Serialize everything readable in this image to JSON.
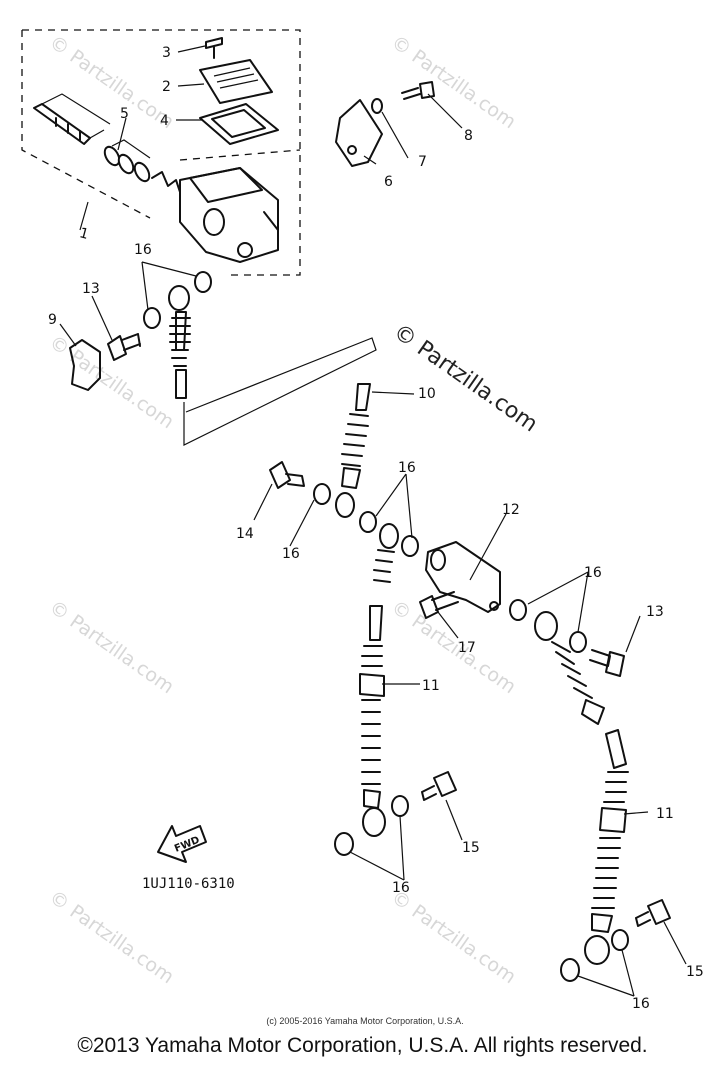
{
  "diagram": {
    "part_code": "1UJ110-6310",
    "fwd_label": "FWD",
    "small_copyright": "(c) 2005-2016 Yamaha Motor Corporation, U.S.A.",
    "footer_copyright": "©2013 Yamaha Motor Corporation, U.S.A. All rights reserved.",
    "watermark_text": "© Partzilla.com",
    "callouts": {
      "c1": "1",
      "c2": "2",
      "c3": "3",
      "c4": "4",
      "c5": "5",
      "c6": "6",
      "c7": "7",
      "c8": "8",
      "c9": "9",
      "c10": "10",
      "c11a": "11",
      "c11b": "11",
      "c12": "12",
      "c13a": "13",
      "c13b": "13",
      "c14": "14",
      "c15a": "15",
      "c15b": "15",
      "c16a": "16",
      "c16b": "16",
      "c16c": "16",
      "c16d": "16",
      "c16e": "16",
      "c16f": "16",
      "c17": "17"
    }
  }
}
